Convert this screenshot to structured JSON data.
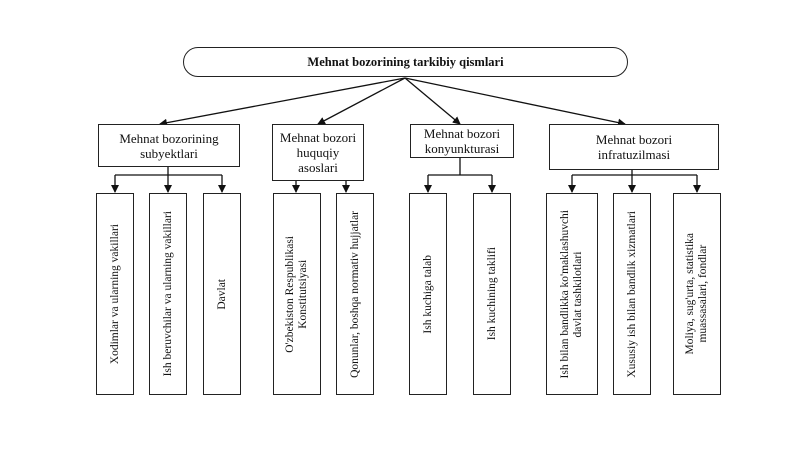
{
  "title": "Mehnat bozorining tarkibiy qismlari",
  "categories": [
    {
      "label": "Mehnat bozorining\nsubyektlari",
      "items": [
        "Xodimlar va ularning vakillari",
        "Ish beruvchilar va ularning vakillari",
        "Davlat"
      ]
    },
    {
      "label": "Mehnat bozori\nhuquqiy\nasoslari",
      "items": [
        "O'zbekiston Respublikasi\nKonstitutsiyasi",
        "Qonunlar, boshqa normativ hujjatlar"
      ]
    },
    {
      "label": "Mehnat bozori\nkonyunkturasi",
      "items": [
        "Ish kuchiga talab",
        "Ish kuchining taklifi"
      ]
    },
    {
      "label": "Mehnat bozori\ninfratuzilmasi",
      "items": [
        "Ish bilan bandlikka ko'maklashuvchi\ndavlat tashkilotlari",
        "Xususiy ish bilan bandlik xizmatlari",
        "Moliya, sug'urta, statistika\nmuassasalari, fondlar"
      ]
    }
  ]
}
